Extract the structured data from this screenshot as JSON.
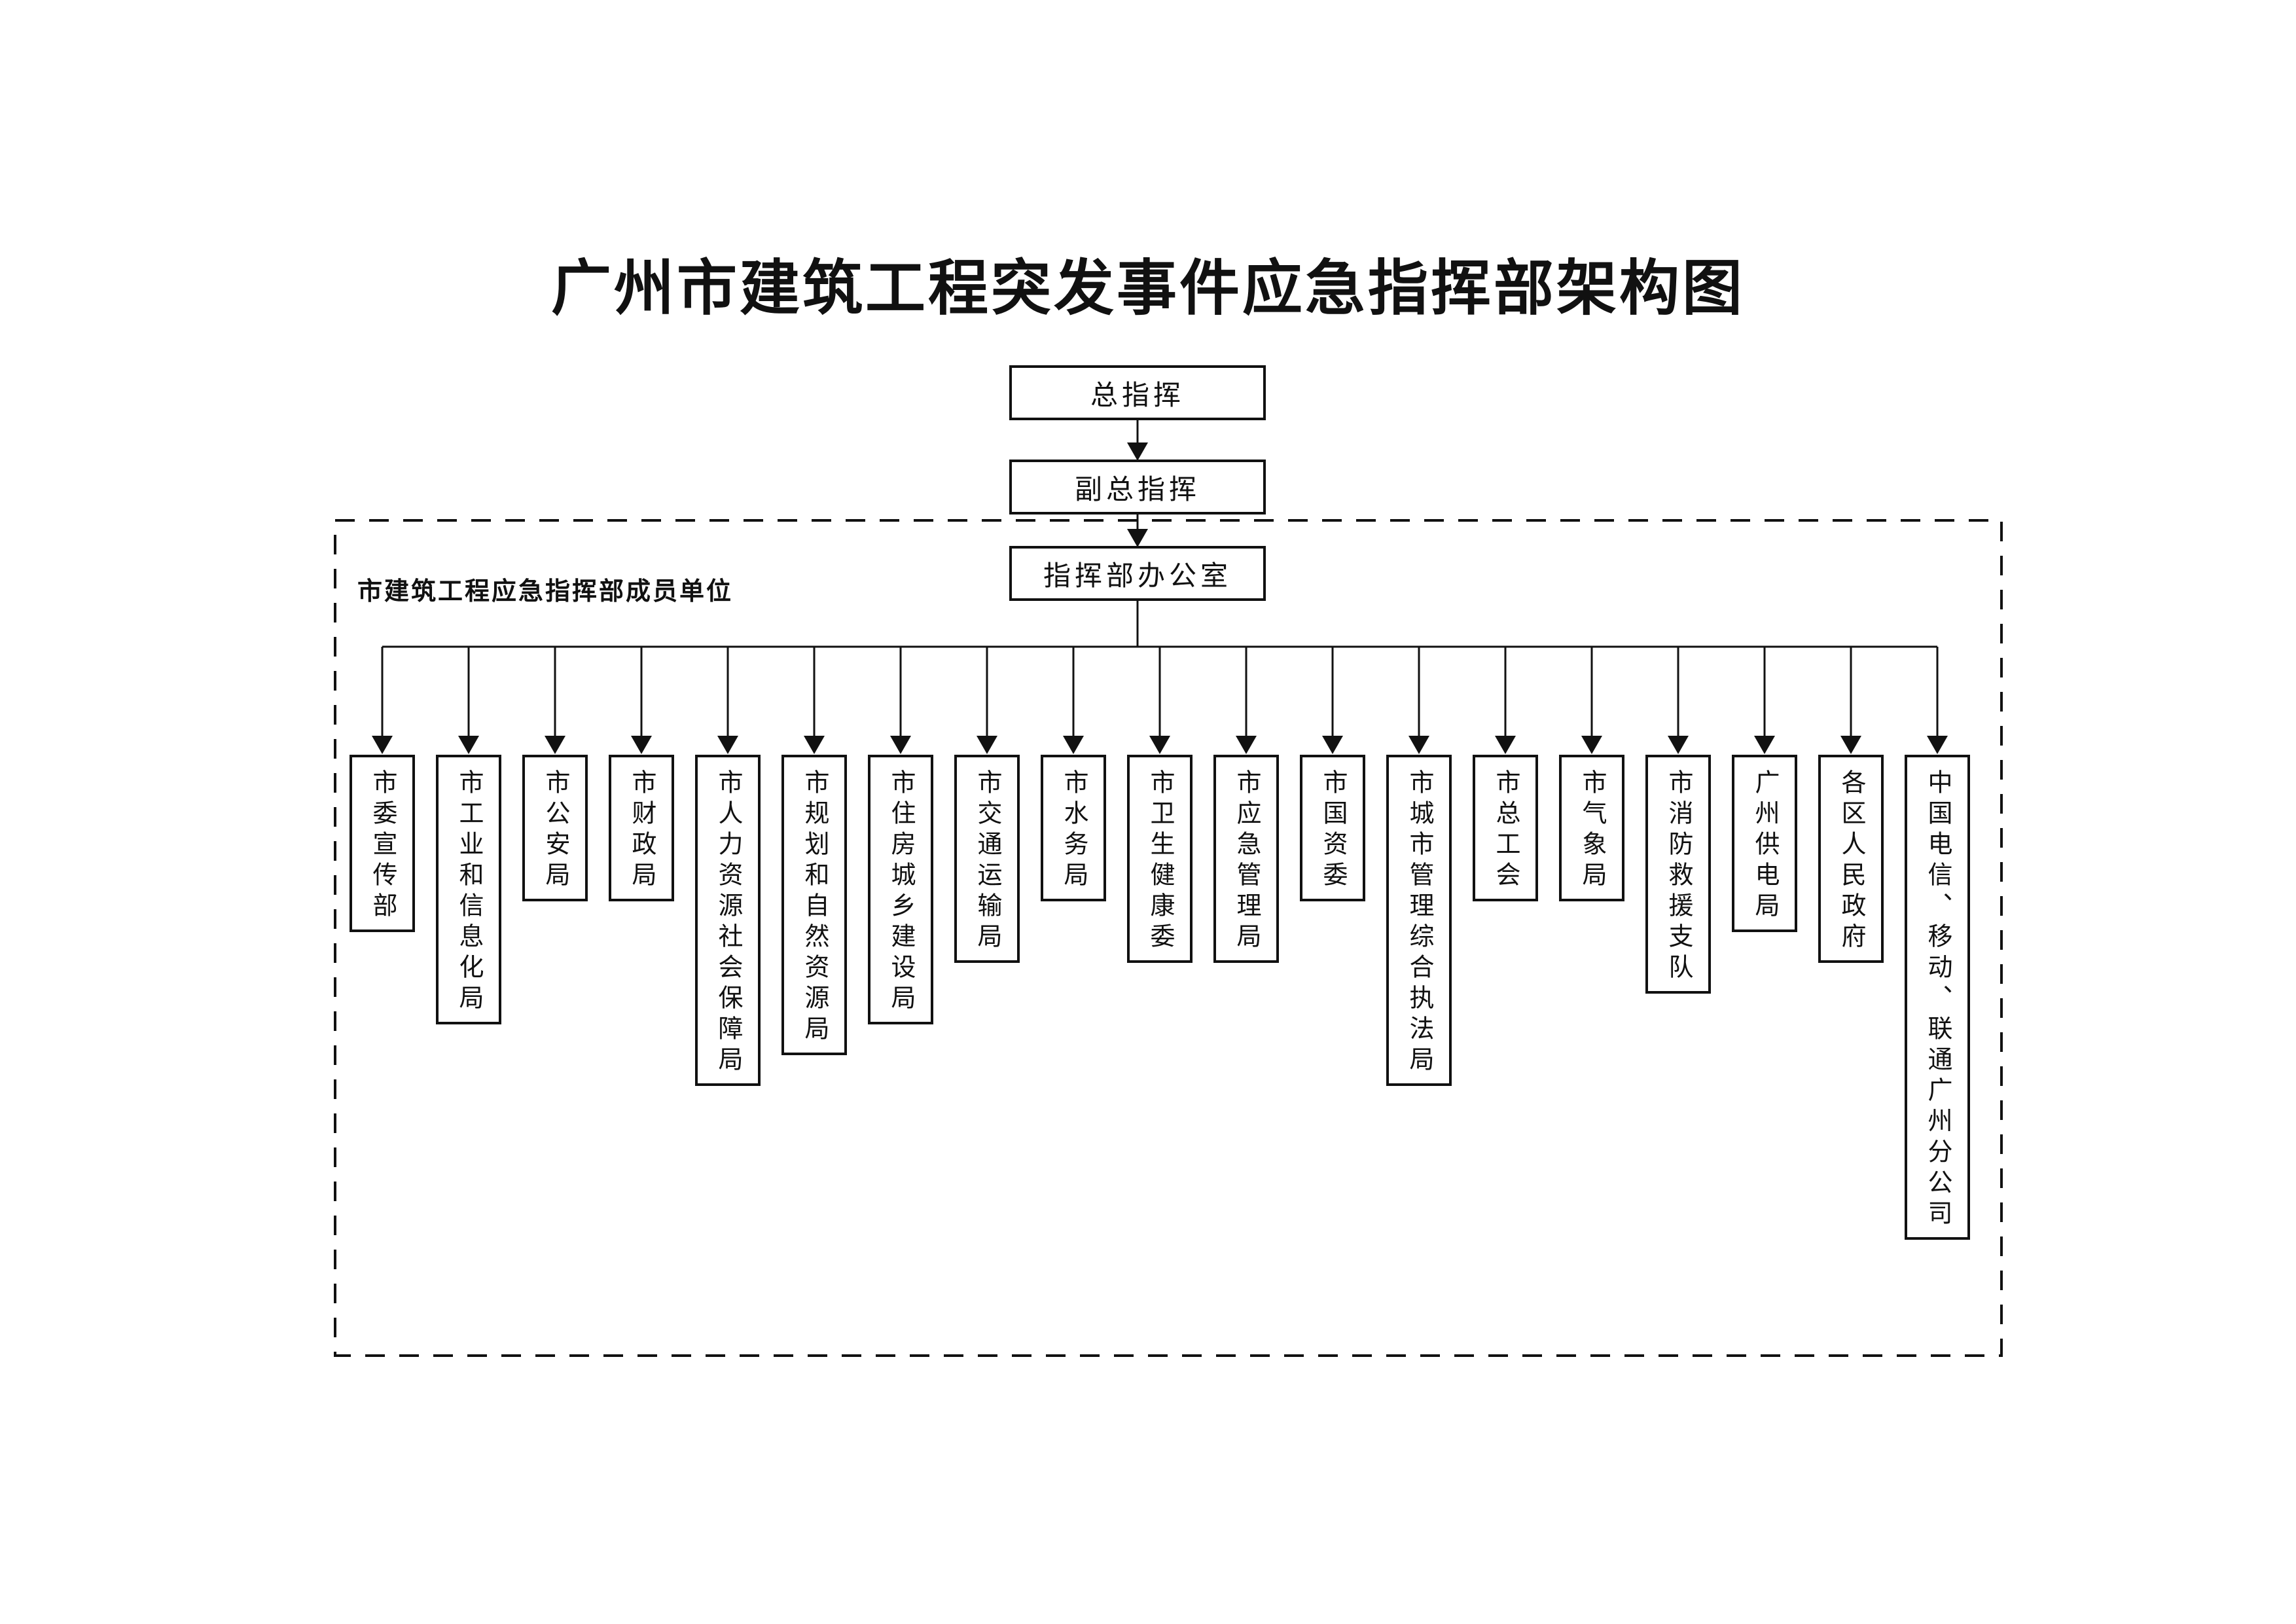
{
  "title": "广州市建筑工程突发事件应急指挥部架构图",
  "hierarchy": {
    "chief": "总指挥",
    "deputy": "副总指挥",
    "office": "指挥部办公室"
  },
  "members_group": {
    "label": "市建筑工程应急指挥部成员单位",
    "units": [
      "市委宣传部",
      "市工业和信息化局",
      "市公安局",
      "市财政局",
      "市人力资源社会保障局",
      "市规划和自然资源局",
      "市住房城乡建设局",
      "市交通运输局",
      "市水务局",
      "市卫生健康委",
      "市应急管理局",
      "市国资委",
      "市城市管理综合执法局",
      "市总工会",
      "市气象局",
      "市消防救援支队",
      "广州供电局",
      "各区人民政府",
      "中国电信、移动、联通广州分公司"
    ]
  },
  "colors": {
    "line": "#111111",
    "background": "#ffffff",
    "text": "#111111"
  }
}
